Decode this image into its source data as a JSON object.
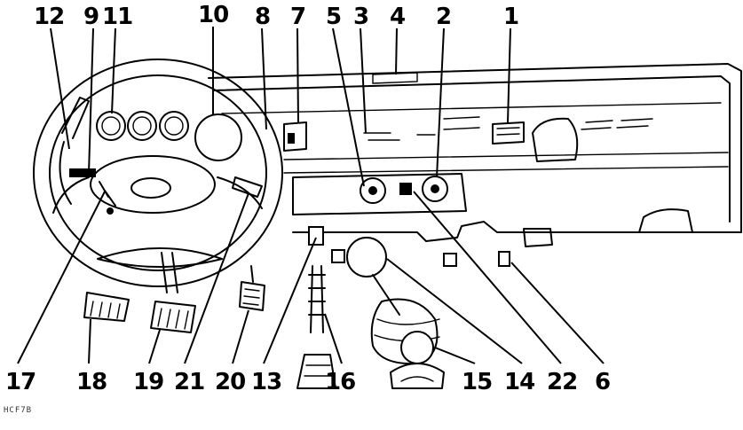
{
  "callouts": {
    "n1": "1",
    "n2": "2",
    "n3": "3",
    "n4": "4",
    "n5": "5",
    "n6": "6",
    "n7": "7",
    "n8": "8",
    "n9": "9",
    "n10": "10",
    "n11": "11",
    "n12": "12",
    "n13": "13",
    "n14": "14",
    "n15": "15",
    "n16": "16",
    "n17": "17",
    "n18": "18",
    "n19": "19",
    "n20": "20",
    "n21": "21",
    "n22": "22"
  },
  "figure_code": "HCF7B"
}
